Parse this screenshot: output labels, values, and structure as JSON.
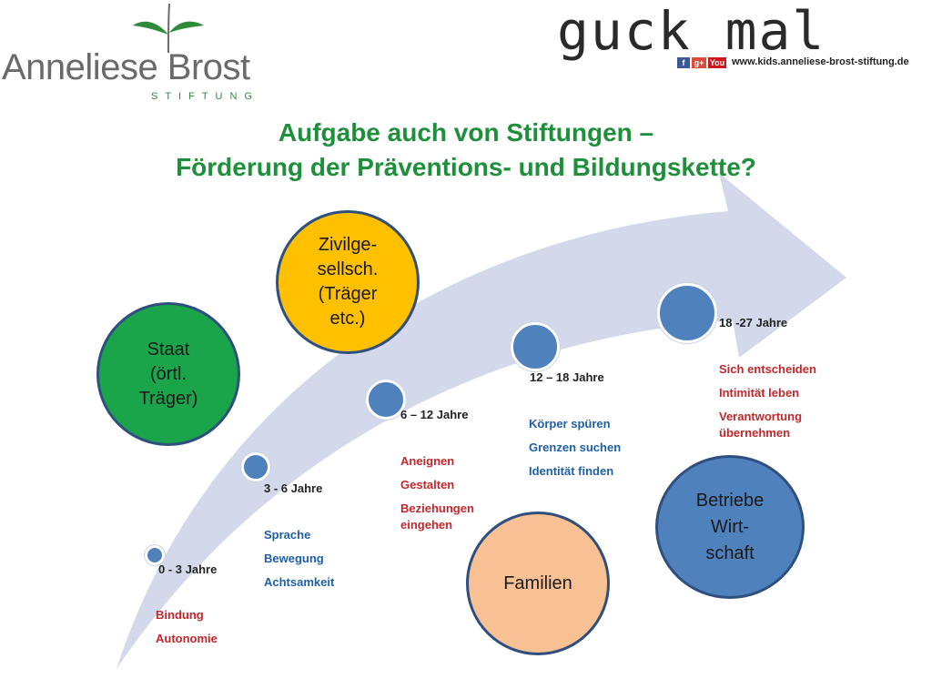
{
  "logo": {
    "name": "Anneliese Brost",
    "sub": "STIFTUNG"
  },
  "brand": {
    "handwritten": "guck mal",
    "url": "www.kids.anneliese-brost-stiftung.de",
    "social": [
      "f",
      "g+",
      "You"
    ]
  },
  "title": {
    "line1": "Aufgabe auch von Stiftungen –",
    "line2": "Förderung der Präventions- und Bildungskette?"
  },
  "actors": {
    "staat": [
      "Staat",
      "(örtl.",
      "Träger)"
    ],
    "zivil": [
      "Zivilge-",
      "sellsch.",
      "(Träger",
      "etc.)"
    ],
    "familien": "Familien",
    "betriebe": [
      "Betriebe",
      "Wirt-",
      "schaft"
    ]
  },
  "stages": [
    {
      "age": "0 - 3 Jahre",
      "items": [
        "Bindung",
        "Autonomie"
      ],
      "color": "red"
    },
    {
      "age": "3 - 6 Jahre",
      "items": [
        "Sprache",
        "Bewegung",
        "Achtsamkeit"
      ],
      "color": "blue"
    },
    {
      "age": "6 – 12 Jahre",
      "items": [
        "Aneignen",
        "Gestalten",
        "Beziehungen eingehen"
      ],
      "color": "red"
    },
    {
      "age": "12 – 18 Jahre",
      "items": [
        "Körper spüren",
        "Grenzen suchen",
        "Identität finden"
      ],
      "color": "blue"
    },
    {
      "age": "18 -27 Jahre",
      "items": [
        "Sich entscheiden",
        "Intimität leben",
        "Verantwortung übernehmen"
      ],
      "color": "red"
    }
  ],
  "colors": {
    "title": "#1e8f3a",
    "arrow": "#d3d9ea",
    "dot": "#4f81bd",
    "staat": "#1aa54a",
    "zivil": "#ffc000",
    "familien": "#f8c193",
    "betriebe": "#4f81bd",
    "red_text": "#c0282d",
    "blue_text": "#1f5fa8"
  }
}
